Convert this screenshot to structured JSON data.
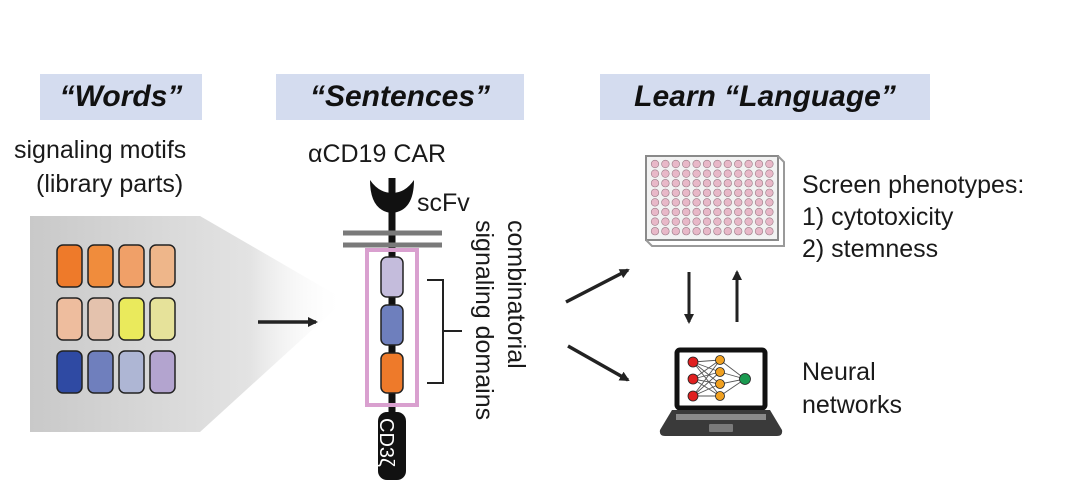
{
  "words": {
    "header": "“Words”",
    "caption_line1": "signaling motifs",
    "caption_line2": "(library parts)",
    "motif_colors": [
      [
        "#ee7a2a",
        "#f08c3c",
        "#f0a068",
        "#eeb68a"
      ],
      [
        "#eebd9e",
        "#e4c2ad",
        "#eaea5c",
        "#e6e29a"
      ],
      [
        "#2f4aa3",
        "#6f7fbd",
        "#aeb6d4",
        "#b3a4cf"
      ]
    ]
  },
  "sentences": {
    "header": "“Sentences”",
    "car_label": "αCD19 CAR",
    "scfv_label": "scFv",
    "cd3z_label": "CD3ζ",
    "domains_label_line1": "combinatorial",
    "domains_label_line2": "signaling domains",
    "domain_colors": [
      "#c4bcdc",
      "#6e7fbd",
      "#ee7a2a"
    ],
    "box_color": "#d9a0cf"
  },
  "learn": {
    "header": "Learn “Language”",
    "screen_label": "Screen phenotypes:",
    "screen_item1": "1) cytotoxicity",
    "screen_item2": "2) stemness",
    "nn_label_line1": "Neural",
    "nn_label_line2": "networks",
    "well_color": "#e8b8c8",
    "node_colors": [
      "#e02020",
      "#f0a020",
      "#1a9a50"
    ]
  }
}
